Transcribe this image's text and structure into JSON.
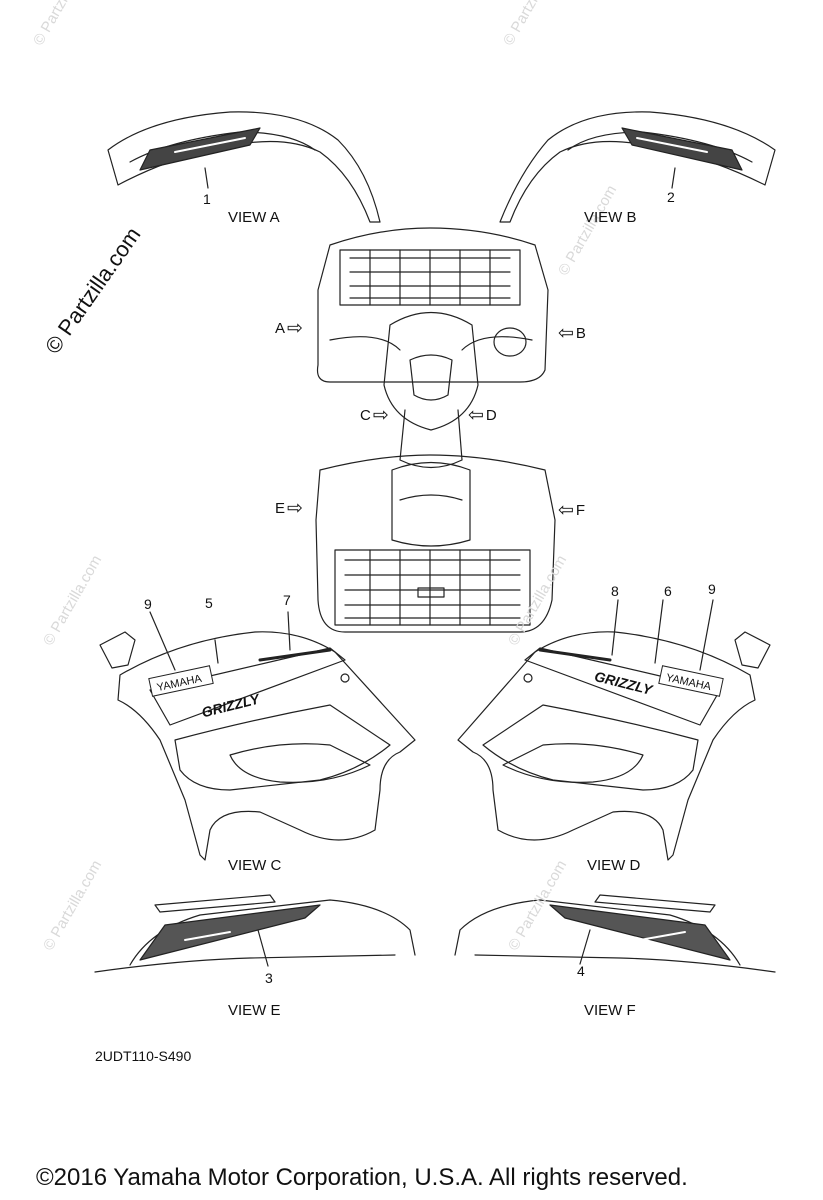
{
  "watermark": {
    "main": "© Partzilla.com",
    "faint": "© Partzilla.com"
  },
  "views": {
    "a": "VIEW A",
    "b": "VIEW B",
    "c": "VIEW C",
    "d": "VIEW D",
    "e": "VIEW E",
    "f": "VIEW F"
  },
  "arrows": {
    "a": "A",
    "b": "B",
    "c": "C",
    "d": "D",
    "e": "E",
    "f": "F"
  },
  "callouts": [
    "1",
    "2",
    "3",
    "4",
    "5",
    "6",
    "7",
    "8",
    "9",
    "9"
  ],
  "decal_text": {
    "yamaha": "YAMAHA",
    "grizzly": "GRIZZLY"
  },
  "diagram_code": "2UDT110-S490",
  "copyright": "©2016  Yamaha Motor Corporation, U.S.A. All rights reserved."
}
